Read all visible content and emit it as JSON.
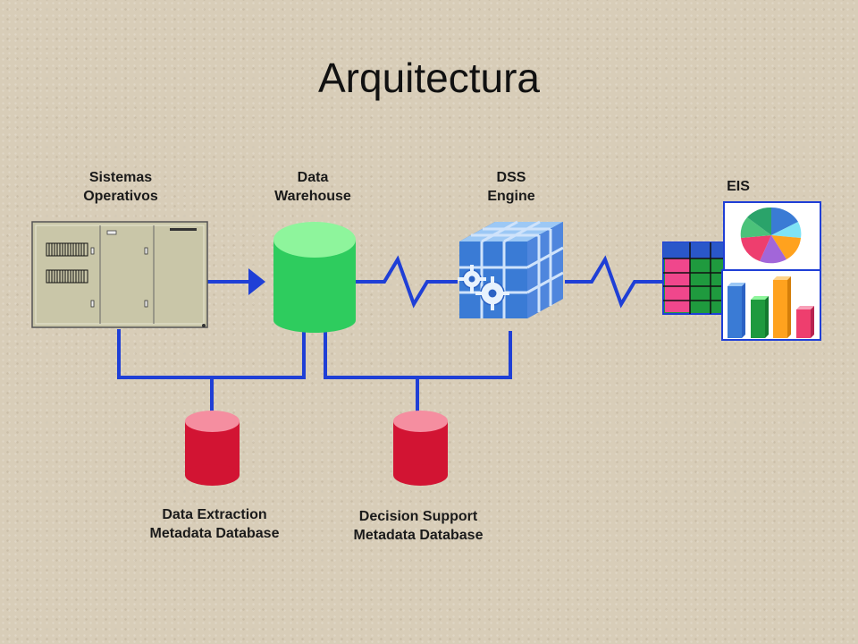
{
  "title": "Arquitectura",
  "nodes": {
    "operational_systems": {
      "label": "Sistemas\nOperativos"
    },
    "data_warehouse": {
      "label": "Data\nWarehouse"
    },
    "dss_engine": {
      "label": "DSS\nEngine"
    },
    "eis": {
      "label": "EIS"
    },
    "extraction_metadata": {
      "label": "Data Extraction\nMetadata Database"
    },
    "decision_metadata": {
      "label": "Decision Support\nMetadata Database"
    }
  },
  "colors": {
    "connector": "#1f3fd6",
    "warehouse": "#2ecc5e",
    "warehouse_top": "#8ef59c",
    "metadata_db": "#d21433",
    "metadata_db_top": "#f58ea0",
    "cube": "#3a7bd5",
    "server": "#c9c6a8"
  }
}
